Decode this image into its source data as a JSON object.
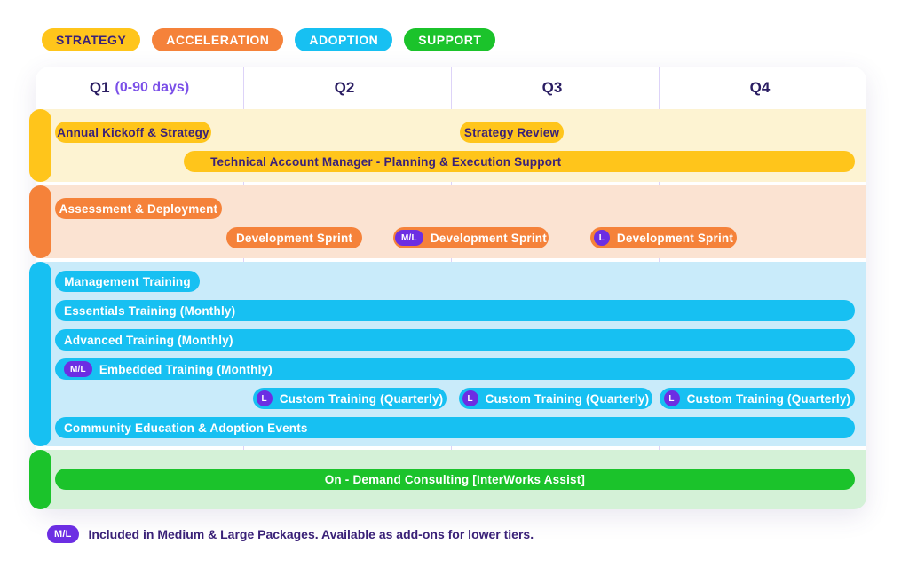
{
  "legend": {
    "items": [
      {
        "id": "strategy",
        "label": "STRATEGY",
        "bg": "#FFC51B",
        "fg": "#3A2178"
      },
      {
        "id": "acceleration",
        "label": "ACCELERATION",
        "bg": "#F5823A",
        "fg": "#FFFFFF"
      },
      {
        "id": "adoption",
        "label": "ADOPTION",
        "bg": "#17C0F2",
        "fg": "#FFFFFF"
      },
      {
        "id": "support",
        "label": "SUPPORT",
        "bg": "#1BC32B",
        "fg": "#FFFFFF"
      }
    ]
  },
  "header": {
    "columns": [
      {
        "label": "Q1",
        "note": "(0-90 days)"
      },
      {
        "label": "Q2",
        "note": ""
      },
      {
        "label": "Q3",
        "note": ""
      },
      {
        "label": "Q4",
        "note": ""
      }
    ]
  },
  "badge_style": {
    "bg": "#6C2EE3",
    "fg": "#FFFFFF"
  },
  "timeline": {
    "quarters_total": 4,
    "sections": [
      {
        "id": "strategy",
        "bar_color": "#FFC51B",
        "band_color": "#FDF3D2",
        "text_color": "#3A2178",
        "rows": [
          [
            {
              "label": "Annual Kickoff & Strategy",
              "start": 0.094,
              "end": 0.846
            },
            {
              "label": "Strategy Review",
              "start": 2.043,
              "end": 2.543
            }
          ],
          [
            {
              "label": "Technical Account Manager - Planning & Execution Support",
              "start": 0.714,
              "end": 3.944,
              "align": "left-indent"
            }
          ]
        ]
      },
      {
        "id": "acceleration",
        "bar_color": "#F5823A",
        "band_color": "#FBE3D2",
        "text_color": "#FFFFFF",
        "rows": [
          [
            {
              "label": "Assessment & Deployment",
              "start": 0.094,
              "end": 0.897
            }
          ],
          [
            {
              "label": "Development Sprint",
              "start": 0.919,
              "end": 1.573
            },
            {
              "label": "Development Sprint",
              "badge": "M/L",
              "start": 1.722,
              "end": 2.47
            },
            {
              "label": "Development Sprint",
              "badge": "L",
              "start": 2.671,
              "end": 3.376
            }
          ]
        ]
      },
      {
        "id": "adoption",
        "bar_color": "#17C0F2",
        "band_color": "#C9EBFA",
        "text_color": "#FFFFFF",
        "rows": [
          [
            {
              "label": "Management Training",
              "start": 0.094,
              "end": 0.791
            }
          ],
          [
            {
              "label": "Essentials Training (Monthly)",
              "start": 0.094,
              "end": 3.944,
              "align": "left"
            }
          ],
          [
            {
              "label": "Advanced Training (Monthly)",
              "start": 0.094,
              "end": 3.944,
              "align": "left"
            }
          ],
          [
            {
              "label": "Embedded Training (Monthly)",
              "badge": "M/L",
              "start": 0.094,
              "end": 3.944,
              "align": "left"
            }
          ],
          [
            {
              "label": "Custom Training (Quarterly)",
              "badge": "L",
              "start": 1.047,
              "end": 1.979
            },
            {
              "label": "Custom Training (Quarterly)",
              "badge": "L",
              "start": 2.038,
              "end": 2.97
            },
            {
              "label": "Custom Training (Quarterly)",
              "badge": "L",
              "start": 3.004,
              "end": 3.944
            }
          ],
          [
            {
              "label": "Community Education & Adoption Events",
              "start": 0.094,
              "end": 3.944,
              "align": "left"
            }
          ]
        ]
      },
      {
        "id": "support",
        "bar_color": "#1BC32B",
        "band_color": "#D4F1D7",
        "text_color": "#FFFFFF",
        "rows": [
          [
            {
              "label": "On - Demand Consulting [InterWorks Assist]",
              "start": 0.094,
              "end": 3.944,
              "align": "center"
            }
          ]
        ]
      }
    ]
  },
  "footnote": {
    "badge": "M/L",
    "text": "Included in Medium & Large Packages. Available as add-ons for lower tiers."
  }
}
